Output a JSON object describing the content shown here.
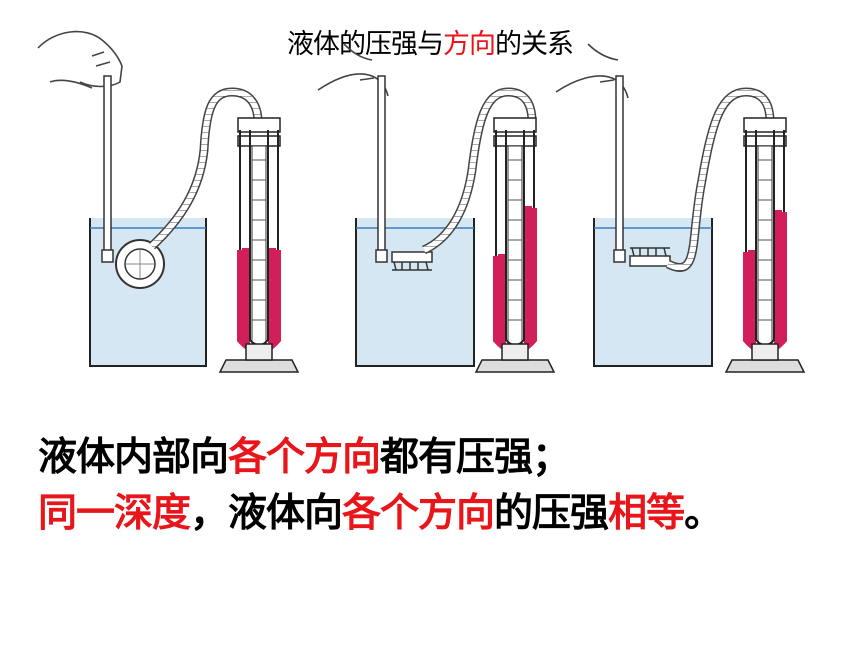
{
  "title": {
    "part1": "液体的压强与",
    "part2": "方向",
    "part3": "的关系"
  },
  "caption": {
    "line1": {
      "a": "液体内部向",
      "b": "各个方向",
      "c": "都有压强；"
    },
    "line2": {
      "a": "同一深度",
      "b": "，液体向",
      "c": "各个方向",
      "d": "的压强",
      "e": "相等",
      "f": "。"
    }
  },
  "colors": {
    "accent_red": "#e8161a",
    "water": "#d4e7f2",
    "manometer_liquid": "#d21f5a"
  }
}
